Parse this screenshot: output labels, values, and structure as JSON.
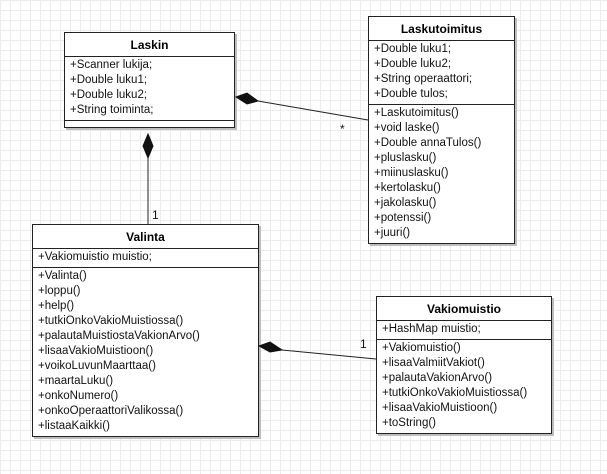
{
  "classes": {
    "laskin": {
      "name": "Laskin",
      "attributes": [
        "+Scanner lukija;",
        "+Double luku1;",
        "+Double luku2;",
        "+String toiminta;"
      ],
      "methods": []
    },
    "laskutoimitus": {
      "name": "Laskutoimitus",
      "attributes": [
        "+Double luku1;",
        "+Double luku2;",
        "+String operaattori;",
        "+Double tulos;"
      ],
      "methods": [
        "+Laskutoimitus()",
        "+void laske()",
        "+Double annaTulos()",
        "+pluslasku()",
        "+miinuslasku()",
        "+kertolasku()",
        "+jakolasku()",
        "+potenssi()",
        "+juuri()"
      ]
    },
    "valinta": {
      "name": "Valinta",
      "attributes": [
        "+Vakiomuistio muistio;"
      ],
      "methods": [
        "+Valinta()",
        "+loppu()",
        "+help()",
        "+tutkiOnkoVakioMuistiossa()",
        "+palautaMuistiostaVakionArvo()",
        "+lisaaVakioMuistioon()",
        "+voikoLuvunMaarttaa()",
        "+maartaLuku()",
        "+onkoNumero()",
        "+onkoOperaattoriValikossa()",
        "+listaaKaikki()"
      ]
    },
    "vakiomuistio": {
      "name": "Vakiomuistio",
      "attributes": [
        "+HashMap muistio;"
      ],
      "methods": [
        "+Vakiomuistio()",
        "+lisaaValmiitVakiot()",
        "+palautaVakionArvo()",
        "+tutkiOnkoVakioMuistiossa()",
        "+lisaaVakioMuistioon()",
        "+toString()"
      ]
    }
  },
  "multiplicities": {
    "laskin_laskutoimitus": "*",
    "laskin_valinta": "1",
    "valinta_vakiomuistio": "1"
  }
}
